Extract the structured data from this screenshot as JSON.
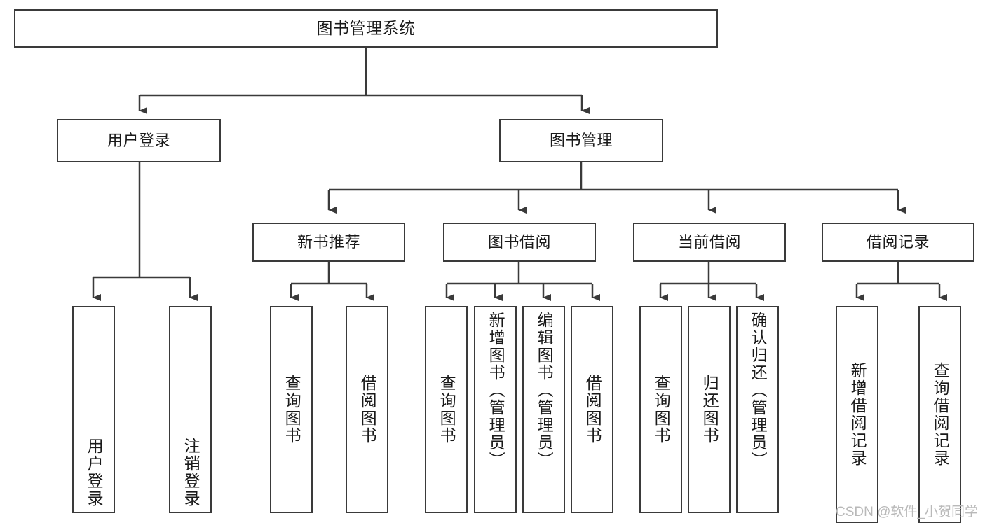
{
  "diagram": {
    "type": "tree-hierarchy",
    "title": "图书管理系统",
    "stroke_color": "#3a3a3a",
    "background_color": "#ffffff",
    "text_color": "#1a1a1a",
    "nodes": {
      "root": {
        "label": "图书管理系统",
        "level": 1
      },
      "l2": [
        {
          "label": "用户登录",
          "level": 2
        },
        {
          "label": "图书管理",
          "level": 2
        }
      ],
      "l3": [
        {
          "label": "新书推荐",
          "level": 3
        },
        {
          "label": "图书借阅",
          "level": 3
        },
        {
          "label": "当前借阅",
          "level": 3
        },
        {
          "label": "借阅记录",
          "level": 3
        }
      ],
      "leaves": {
        "user_login": [
          {
            "label": "用户登录"
          },
          {
            "label": "注销登录"
          }
        ],
        "new_book_recommend": [
          {
            "label": "查询图书"
          },
          {
            "label": "借阅图书"
          }
        ],
        "book_borrow": [
          {
            "label": "查询图书"
          },
          {
            "label": "新增图书（管理员）"
          },
          {
            "label": "编辑图书（管理员）"
          },
          {
            "label": "借阅图书"
          }
        ],
        "current_borrow": [
          {
            "label": "查询图书"
          },
          {
            "label": "归还图书"
          },
          {
            "label": "确认归还（管理员）"
          }
        ],
        "borrow_record": [
          {
            "label": "新增借阅记录"
          },
          {
            "label": "查询借阅记录"
          }
        ]
      }
    }
  },
  "watermark": {
    "text": "CSDN @软件_小贺同学"
  }
}
